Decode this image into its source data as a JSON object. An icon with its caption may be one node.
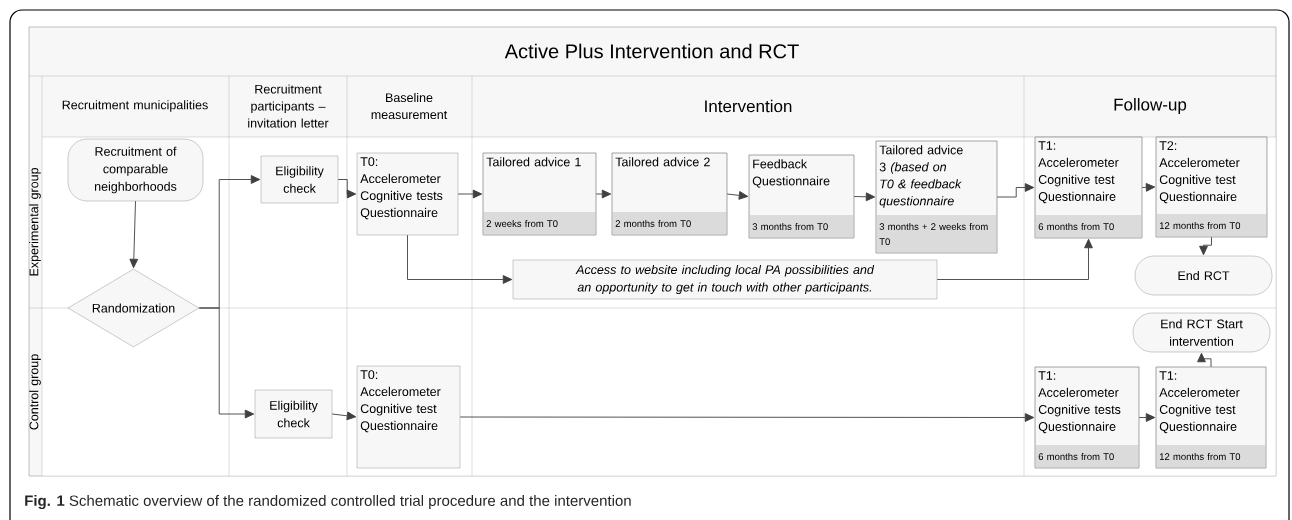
{
  "diagram": {
    "title": "Active Plus Intervention and RCT",
    "caption": "**Fig. 1** Schematic overview of the randomized controlled trial procedure and the intervention",
    "nodes": [
      {
        "text": [
          "Recruitment of comparable neighborhoods"
        ]
      },
      {
        "text": [
          "Eligibility check"
        ]
      },
      {
        "text": [
          "T0: Accelerometer Cognitive tests Questionnaire"
        ]
      },
      {
        "text": [
          "Tailored advice 1",
          "2 weeks from T0"
        ]
      },
      {
        "text": [
          "Tailored advice 2",
          "2 months from T0"
        ]
      },
      {
        "text": [
          "Feedback Questionnaire",
          "3 months from T0"
        ]
      },
      {
        "text": [
          "Tailored advice 3 *(based on T0 & feedback questionnaire*",
          "3 months + 2 weeks from T0"
        ]
      },
      {
        "text": [
          "T1: Accelerometer Cognitive test Questionnaire",
          "6 months from T0"
        ]
      },
      {
        "text": [
          "T2: Accelerometer Cognitive test Questionnaire",
          "12 months from T0"
        ]
      },
      {
        "text": [
          "Randomization"
        ]
      },
      {
        "text": [
          "Access to website including local PA possibilities and an opportunity to get in touch with other participants."
        ]
      },
      {
        "text": [
          "End RCT"
        ]
      },
      {
        "text": [
          "End RCT Start intervention"
        ]
      },
      {
        "text": [
          "Eligibility check"
        ]
      },
      {
        "text": [
          "T0: Accelerometer Cognitive test Questionnaire"
        ]
      },
      {
        "text": [
          "T1: Accelerometer Cognitive tests Questionnaire",
          "6 months from T0"
        ]
      },
      {
        "text": [
          "T1: Accelerometer Cognitive test Questionnaire",
          "12 months from T0"
        ]
      }
    ],
    "edges": [
      {
        "from": 0,
        "to": 9,
        "arrow": "to"
      },
      {
        "from": 9,
        "to": 1,
        "arrow": "to"
      },
      {
        "from": 9,
        "to": 13,
        "arrow": "to"
      },
      {
        "from": 1,
        "to": 2,
        "arrow": "to"
      },
      {
        "from": 2,
        "to": 3,
        "arrow": "to"
      },
      {
        "from": 3,
        "to": 4,
        "arrow": "to"
      },
      {
        "from": 4,
        "to": 5,
        "arrow": "to"
      },
      {
        "from": 5,
        "to": 6,
        "arrow": "to"
      },
      {
        "from": 6,
        "to": 7,
        "arrow": "to"
      },
      {
        "from": 7,
        "to": 8,
        "arrow": "to"
      },
      {
        "from": 8,
        "to": 11,
        "arrow": "to"
      },
      {
        "from": 2,
        "to": 10,
        "arrow": "to"
      },
      {
        "from": 10,
        "to": 7,
        "arrow": "to"
      },
      {
        "from": 13,
        "to": 14,
        "arrow": "to"
      },
      {
        "from": 14,
        "to": 15,
        "arrow": "to"
      },
      {
        "from": 15,
        "to": 16,
        "arrow": "to"
      },
      {
        "from": 16,
        "to": 12,
        "arrow": "to"
      }
    ],
    "labels": [
      "Recruitment municipalities",
      "Recruitment participants – invitation letter",
      "Baseline measurement",
      "Intervention",
      "Follow-up",
      "Experimental group",
      "Control group"
    ]
  }
}
